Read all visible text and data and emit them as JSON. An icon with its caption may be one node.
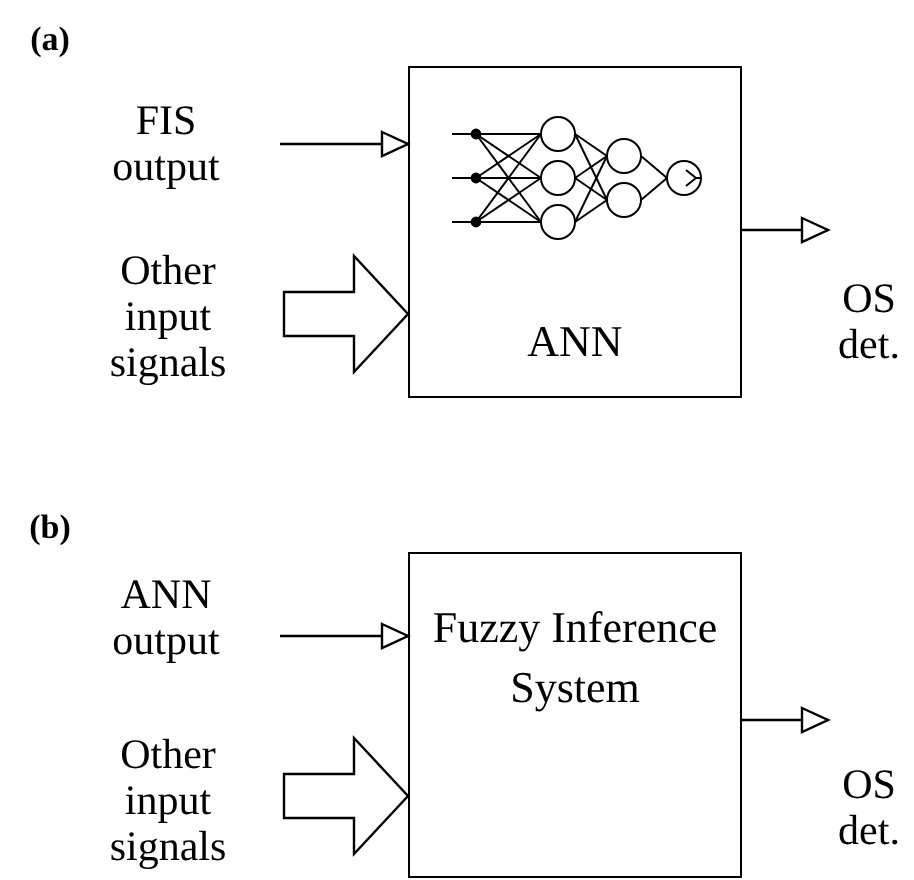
{
  "diagram": {
    "nodes": [
      {
        "text": [
          "FIS output"
        ]
      },
      {
        "text": [
          "ANN"
        ]
      },
      {
        "text": [
          "Other input signals"
        ]
      },
      {
        "text": [
          "ANN output"
        ]
      },
      {
        "text": [
          "Fuzzy Inference System"
        ]
      },
      {
        "text": [
          "Other input signals"
        ]
      }
    ],
    "edges": [
      {
        "from": 0,
        "to": 1,
        "arrow": "to"
      },
      {
        "from": 2,
        "to": 1,
        "arrow": "to",
        "style": "thick"
      },
      {
        "from": 1,
        "to": null,
        "arrow": "to"
      },
      {
        "from": 3,
        "to": 4,
        "arrow": "to"
      },
      {
        "from": 5,
        "to": 4,
        "arrow": "to",
        "style": "thick"
      },
      {
        "from": 4,
        "to": null,
        "arrow": "to"
      }
    ],
    "labels": [
      "(a)",
      "OS det.",
      "(b)",
      "OS det."
    ]
  }
}
